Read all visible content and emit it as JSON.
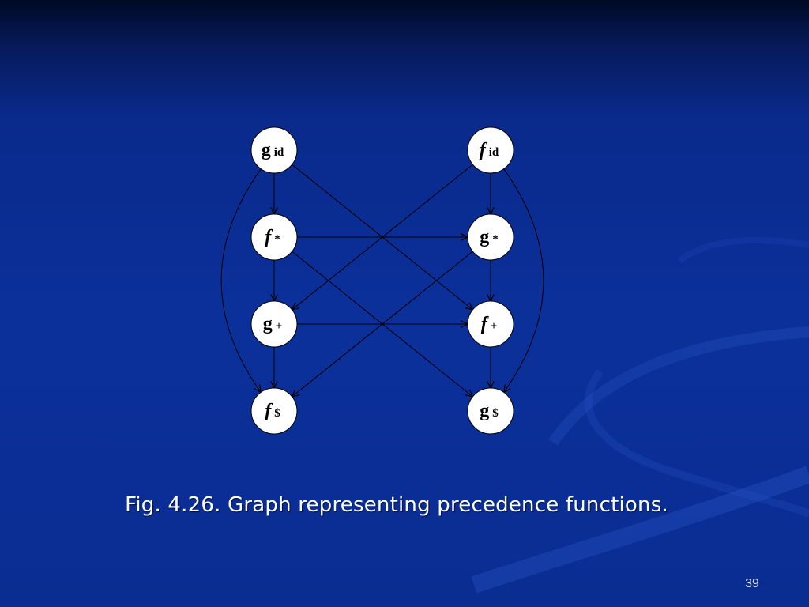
{
  "slide": {
    "caption": "Fig. 4.26. Graph representing precedence functions.",
    "page_number": "39"
  },
  "colors": {
    "background": "#0b309a",
    "node_fill": "#ffffff",
    "edge": "#000000",
    "caption_text": "#ffffff"
  },
  "graph": {
    "nodes": [
      {
        "id": "g_id",
        "func": "g",
        "sub": "id"
      },
      {
        "id": "f_id",
        "func": "f",
        "sub": "id"
      },
      {
        "id": "f_star",
        "func": "f",
        "sub": "*"
      },
      {
        "id": "g_star",
        "func": "g",
        "sub": "*"
      },
      {
        "id": "g_plus",
        "func": "g",
        "sub": "+"
      },
      {
        "id": "f_plus",
        "func": "f",
        "sub": "+"
      },
      {
        "id": "f_dollar",
        "func": "f",
        "sub": "$"
      },
      {
        "id": "g_dollar",
        "func": "g",
        "sub": "$"
      }
    ],
    "edges": [
      {
        "from": "g_id",
        "to": "f_star"
      },
      {
        "from": "g_id",
        "to": "f_plus"
      },
      {
        "from": "g_id",
        "to": "f_dollar"
      },
      {
        "from": "f_id",
        "to": "g_star"
      },
      {
        "from": "f_id",
        "to": "g_plus"
      },
      {
        "from": "f_id",
        "to": "g_dollar"
      },
      {
        "from": "f_star",
        "to": "g_star"
      },
      {
        "from": "f_star",
        "to": "g_plus"
      },
      {
        "from": "f_star",
        "to": "g_dollar"
      },
      {
        "from": "g_star",
        "to": "f_plus"
      },
      {
        "from": "g_star",
        "to": "f_dollar"
      },
      {
        "from": "g_plus",
        "to": "f_plus"
      },
      {
        "from": "g_plus",
        "to": "f_dollar"
      },
      {
        "from": "f_plus",
        "to": "g_dollar"
      }
    ]
  }
}
